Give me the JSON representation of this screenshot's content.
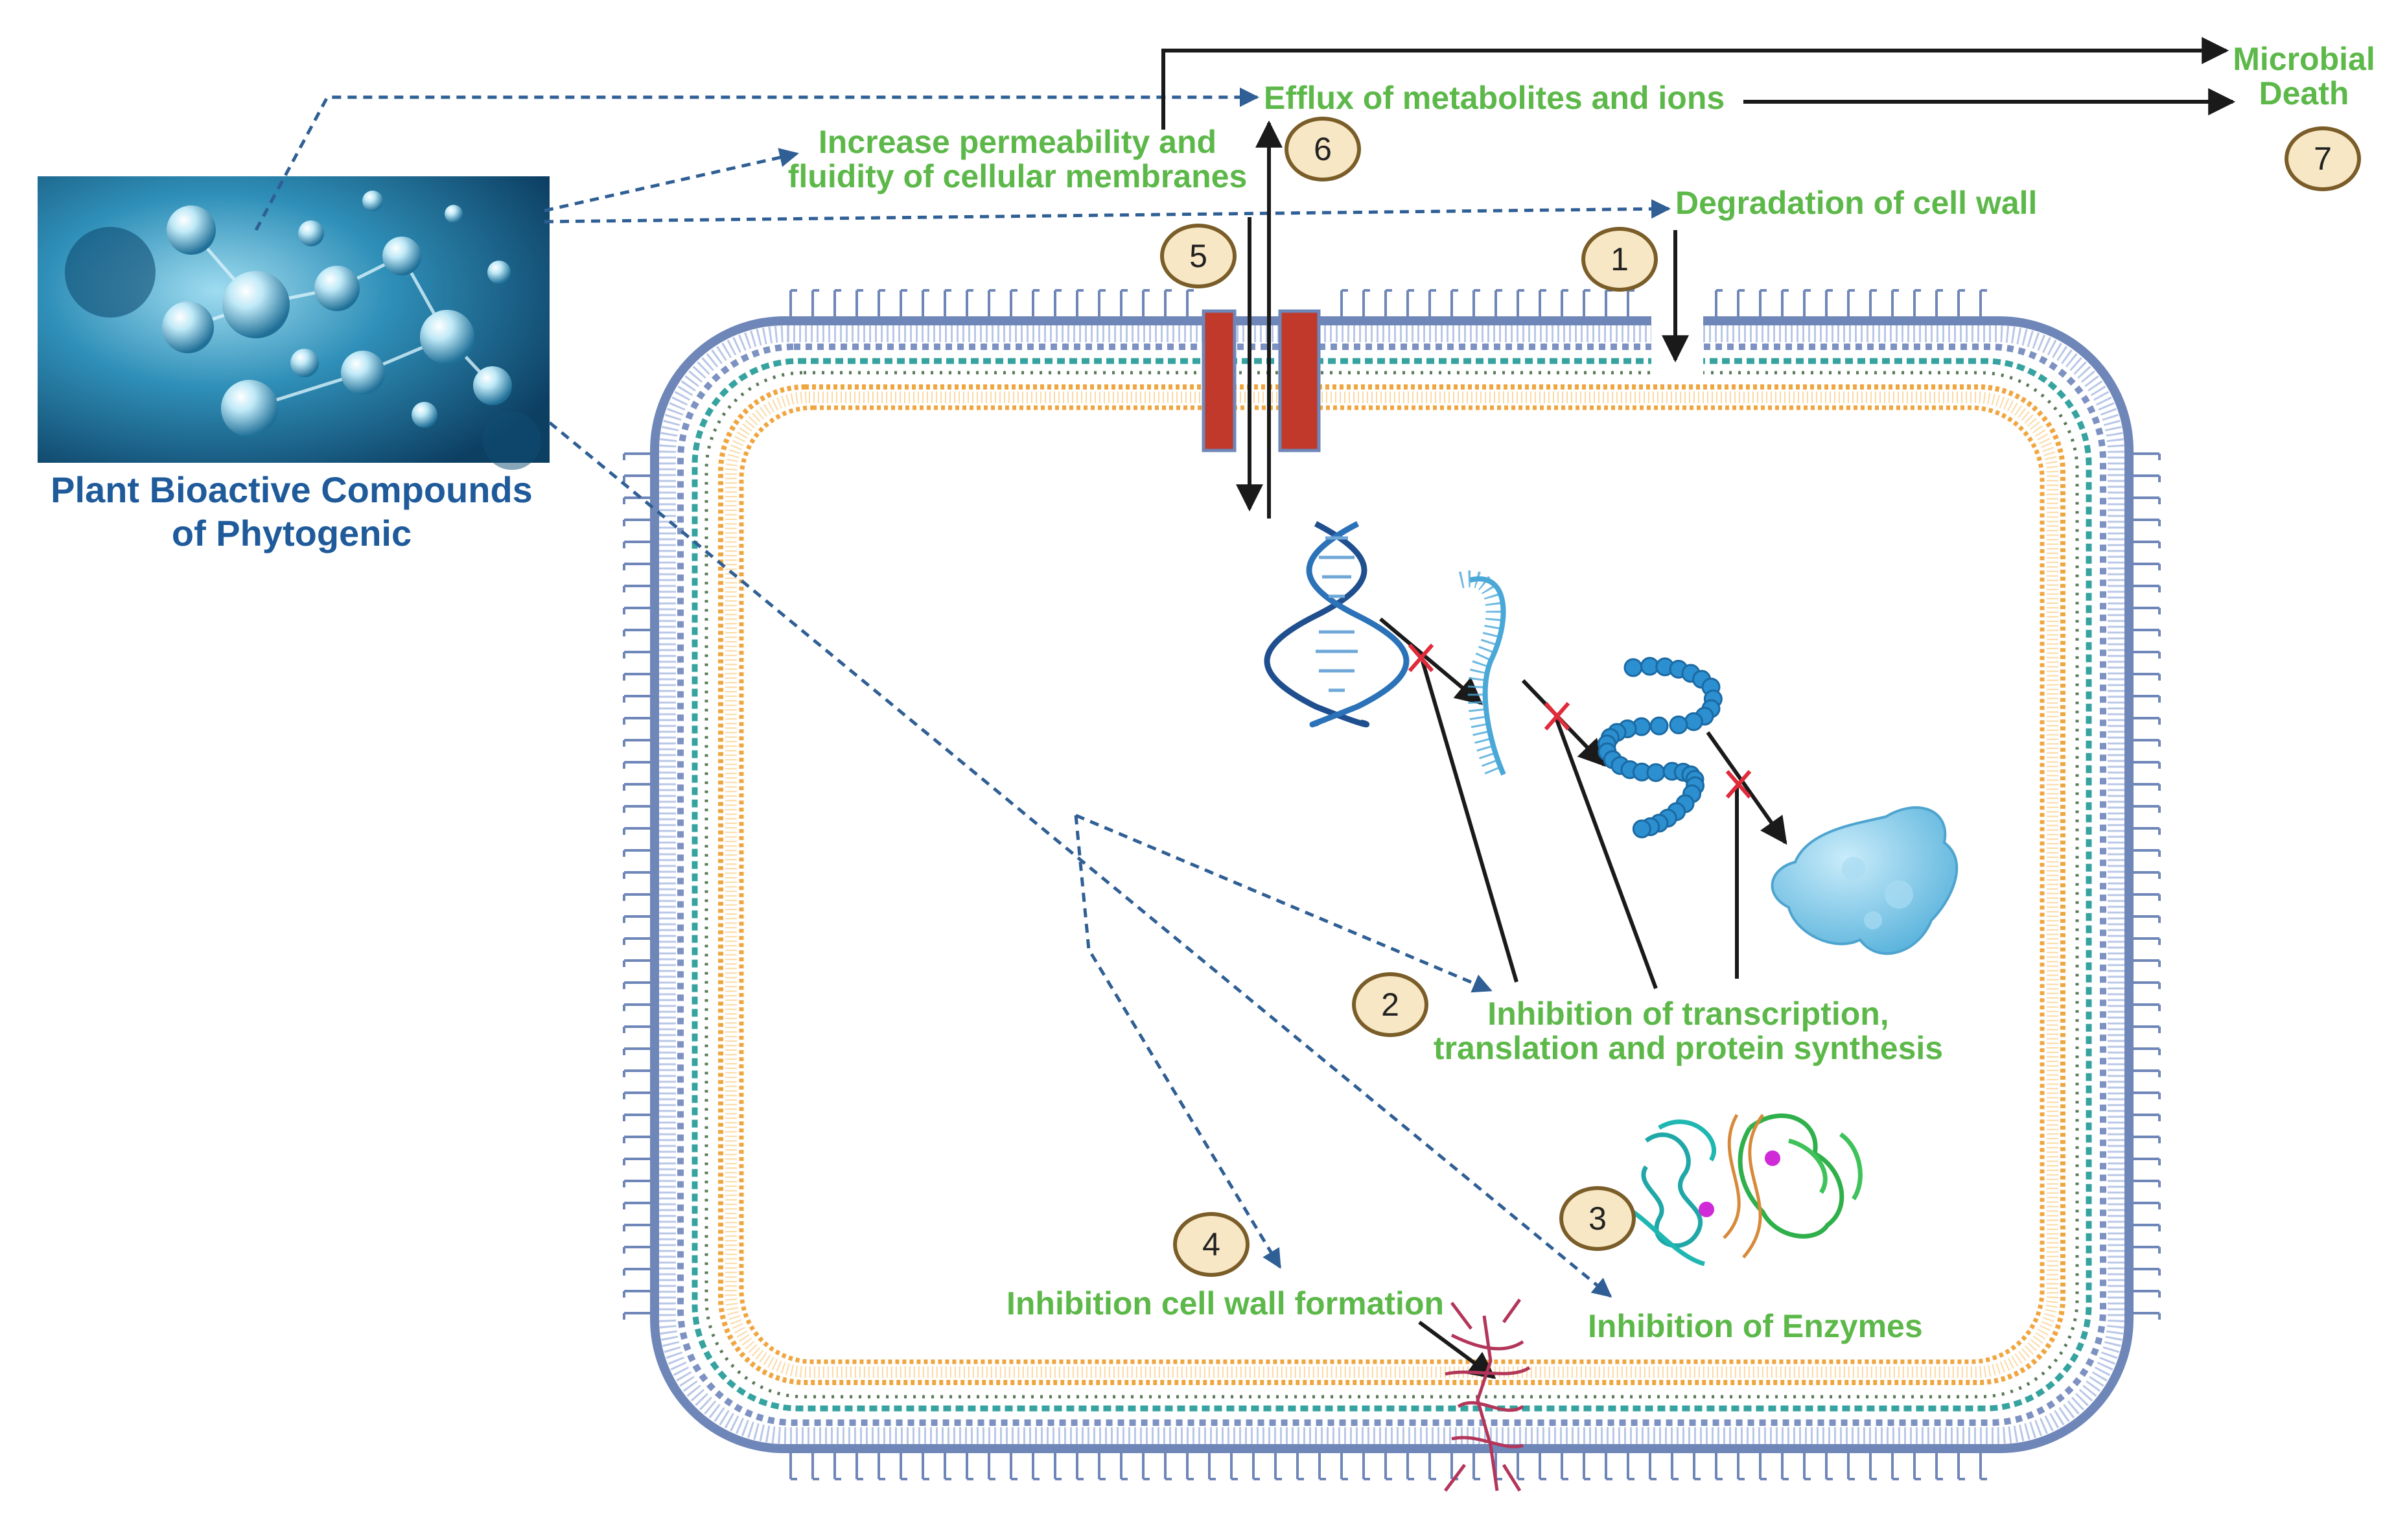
{
  "source": {
    "title_line1": "Plant Bioactive Compounds",
    "title_line2": "of Phytogenic"
  },
  "labels": {
    "efflux": "Efflux of metabolites and ions",
    "permeability_line1": "Increase permeability and",
    "permeability_line2": "fluidity of cellular membranes",
    "cell_wall_degradation": "Degradation of cell wall",
    "microbial_death_line1": "Microbial",
    "microbial_death_line2": "Death",
    "transcription_line1": "Inhibition of transcription,",
    "transcription_line2": "translation and protein synthesis",
    "cell_wall_formation": "Inhibition cell wall formation",
    "enzymes": "Inhibition of Enzymes"
  },
  "badges": [
    "1",
    "2",
    "3",
    "4",
    "5",
    "6",
    "7"
  ],
  "colors": {
    "label_green": "#5db84a",
    "source_blue": "#1f5a9a",
    "dashed_arrow": "#2f5f94",
    "solid_arrow": "#1a1a1a",
    "outer_membrane": "#6f86b8",
    "peptidoglycan": "#36a3a0",
    "inner_membrane": "#f0a640",
    "channel_red": "#c0392b",
    "inhibit_x": "#e02b3a",
    "badge_fill": "#f7e7c4",
    "badge_border": "#7a5d28"
  }
}
